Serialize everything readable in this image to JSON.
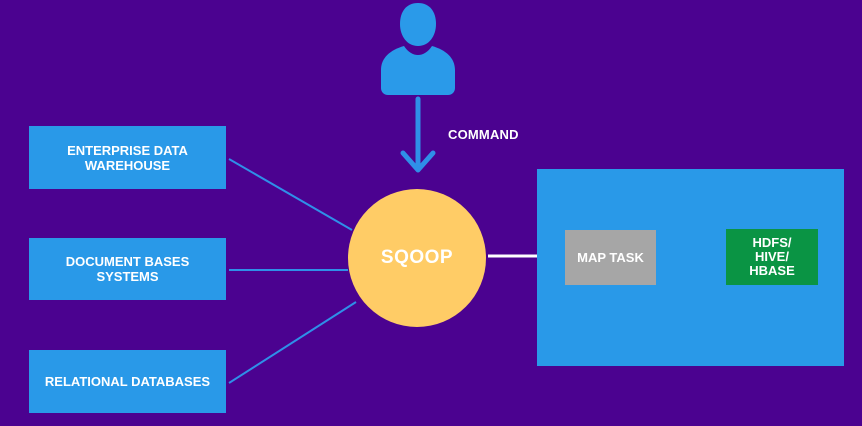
{
  "diagram": {
    "user": {
      "icon": "user-icon",
      "command_label": "COMMAND"
    },
    "hub": {
      "label": "SQOOP",
      "color": "#ffcc66"
    },
    "sources": [
      {
        "label": "ENTERPRISE DATA WAREHOUSE"
      },
      {
        "label": "DOCUMENT BASES SYSTEMS"
      },
      {
        "label": "RELATIONAL DATABASES"
      }
    ],
    "cluster": {
      "map_task_label": "MAP TASK",
      "storage_label": "HDFS/\nHIVE/\nHBASE"
    },
    "colors": {
      "background": "#4b0290",
      "box_blue": "#2999e8",
      "map_task_gray": "#a6a6a6",
      "storage_green": "#0a9444",
      "connector_blue": "#2f8fe8",
      "connector_white": "#ffffff"
    }
  }
}
